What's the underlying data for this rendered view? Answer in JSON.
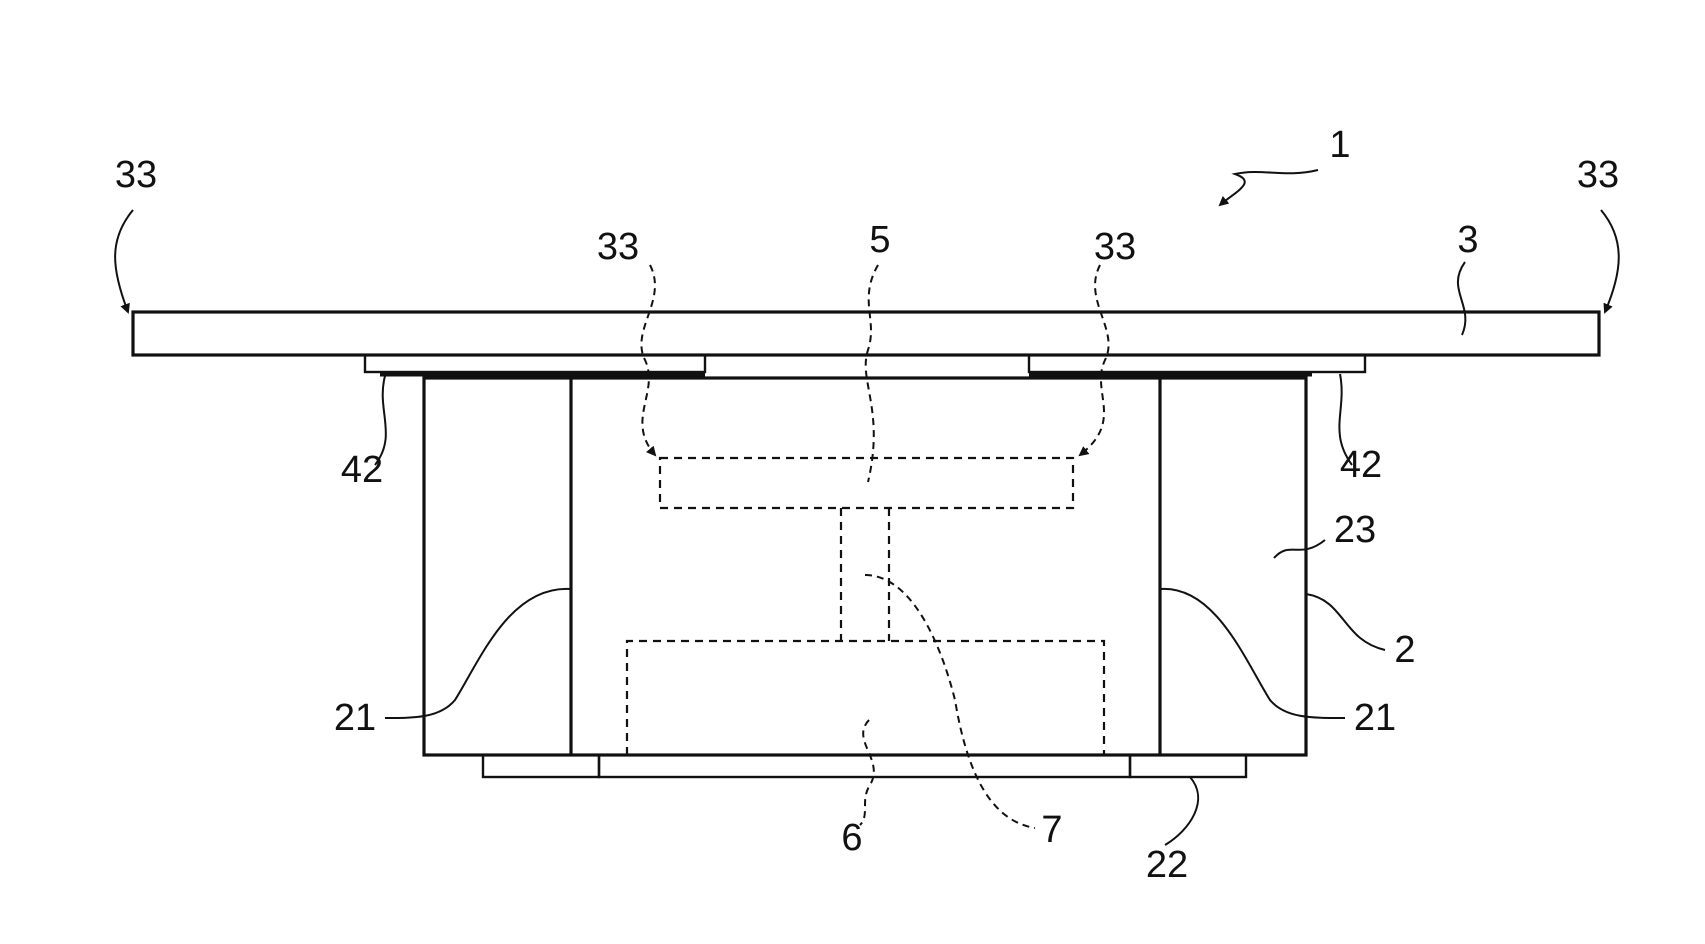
{
  "labels": {
    "assembly": "1",
    "plate": "3",
    "plate_edge_left_outer": "33",
    "plate_edge_right_outer": "33",
    "plate_edge_left_inner": "33",
    "plate_edge_right_inner": "33",
    "disc": "5",
    "strip_left": "42",
    "strip_right": "42",
    "face": "23",
    "housing": "2",
    "wall_left": "21",
    "wall_right": "21",
    "base": "6",
    "shaft": "7",
    "foot": "22"
  }
}
